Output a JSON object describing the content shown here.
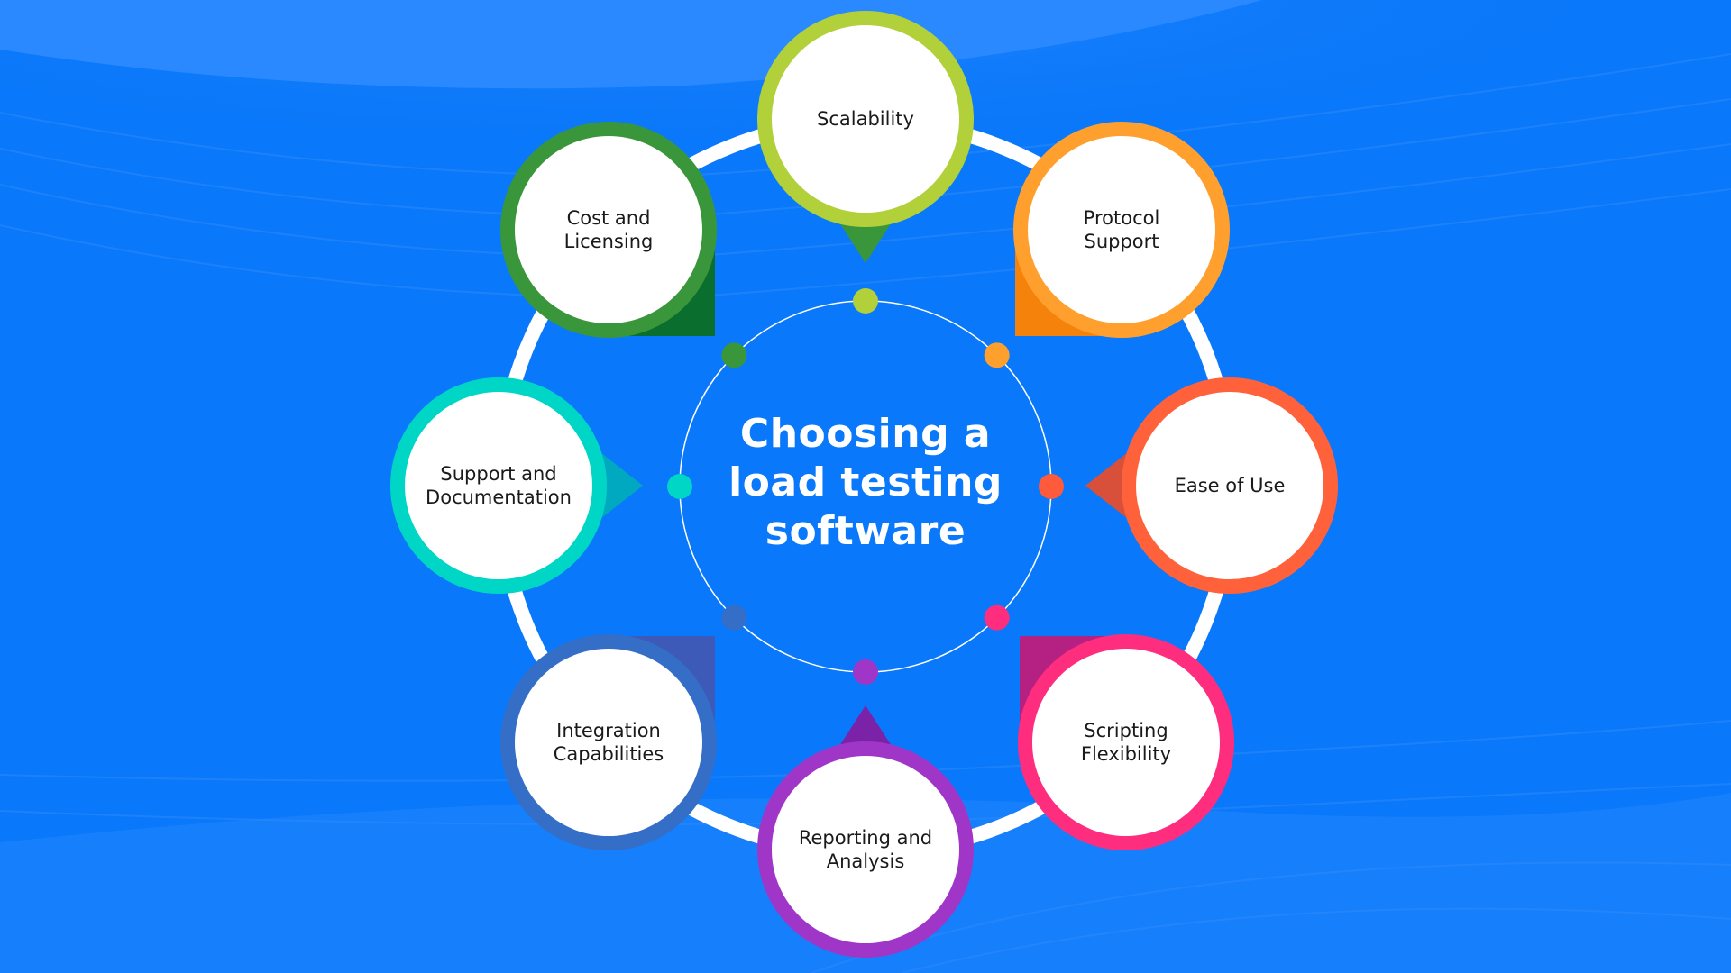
{
  "title": "Choosing a load testing software",
  "title_lines": [
    "Choosing a",
    "load testing",
    "software"
  ],
  "colors": {
    "background": "#0a78fa",
    "background_light": "#2e8bff",
    "ring": "#ffffff",
    "node_fill": "#ffffff",
    "text_dark": "#1a1a1a"
  },
  "nodes": [
    {
      "id": "scalability",
      "lines": [
        "Scalability"
      ],
      "color": "#b1d03a",
      "pointer_color": "#3a963a",
      "dot_color": "#b1d03a",
      "pointer": "triangle-down"
    },
    {
      "id": "protocol-support",
      "lines": [
        "Protocol",
        "Support"
      ],
      "color": "#ffa02e",
      "pointer_color": "#f5820a",
      "dot_color": "#ffa02e",
      "pointer": "square-bl"
    },
    {
      "id": "ease-of-use",
      "lines": [
        "Ease of Use"
      ],
      "color": "#ff623a",
      "pointer_color": "#d8503a",
      "dot_color": "#ff5a3c",
      "pointer": "triangle-left"
    },
    {
      "id": "scripting-flexibility",
      "lines": [
        "Scripting",
        "Flexibility"
      ],
      "color": "#ff2d7e",
      "pointer_color": "#b52182",
      "dot_color": "#ff2d7e",
      "pointer": "square-tl"
    },
    {
      "id": "reporting-and-analysis",
      "lines": [
        "Reporting and",
        "Analysis"
      ],
      "color": "#a036c8",
      "pointer_color": "#7a22a8",
      "dot_color": "#a036c8",
      "pointer": "triangle-up"
    },
    {
      "id": "integration-capabilities",
      "lines": [
        "Integration",
        "Capabilities"
      ],
      "color": "#356ec6",
      "pointer_color": "#3d5ab8",
      "dot_color": "#356ec6",
      "pointer": "square-tr"
    },
    {
      "id": "support-and-documentation",
      "lines": [
        "Support and",
        "Documentation"
      ],
      "color": "#00d6c6",
      "pointer_color": "#00a9c0",
      "dot_color": "#00d6c6",
      "pointer": "triangle-right"
    },
    {
      "id": "cost-and-licensing",
      "lines": [
        "Cost and",
        "Licensing"
      ],
      "color": "#3a963a",
      "pointer_color": "#0a6e2e",
      "dot_color": "#3a963a",
      "pointer": "square-br"
    }
  ]
}
